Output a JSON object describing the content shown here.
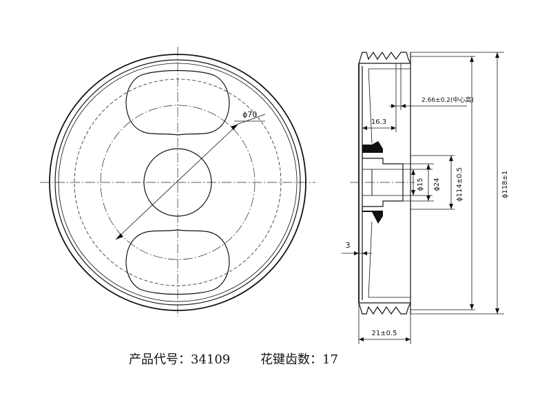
{
  "front_view": {
    "dim_outer_slot_dia": "ϕ70"
  },
  "side_view": {
    "dim_groove_width": "2.66±0.2(中心高)",
    "dim_16_3": "16.3",
    "dim_bore_15": "ϕ15",
    "dim_hub_24": "ϕ24",
    "dim_114": "ϕ114±0.5",
    "dim_118": "ϕ118±1",
    "dim_3": "3",
    "dim_width_21": "21±0.5"
  },
  "footer": {
    "product_code": "产品代号：34109",
    "spline_teeth": "花键齿数：17"
  }
}
